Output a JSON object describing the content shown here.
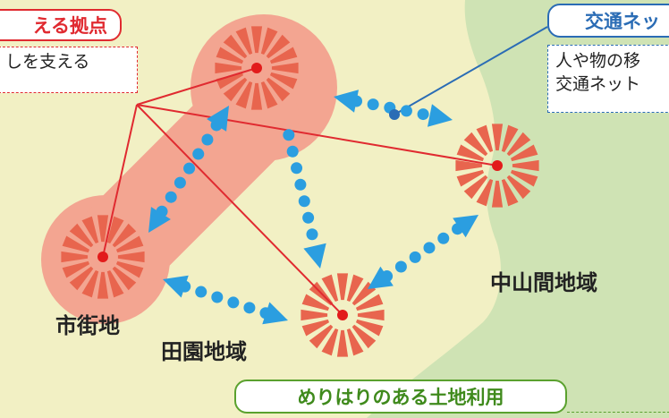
{
  "titles": {
    "base_label": "える拠点",
    "network_label": "交通ネッ",
    "landuse_label": "めりはりのある土地利用"
  },
  "notes": {
    "base_text": "しを支える",
    "network_line1": "人や物の移",
    "network_line2": "交通ネット"
  },
  "areas": {
    "urban": "市街地",
    "rural": "田園地域",
    "mountain": "中山間地域"
  },
  "colors": {
    "background": "#f2f0c4",
    "mountain_area": "#cfe3b4",
    "urban_blob": "#f3a591",
    "hub_petal": "#e8654e",
    "hub_point": "#e21b1b",
    "connector_line": "#e02a30",
    "dot_arrow": "#2b9ee0",
    "network_point": "#2a6cb5"
  },
  "icons": [
    "hub-burst-icon",
    "dotted-arrow-icon",
    "red-point-icon"
  ]
}
